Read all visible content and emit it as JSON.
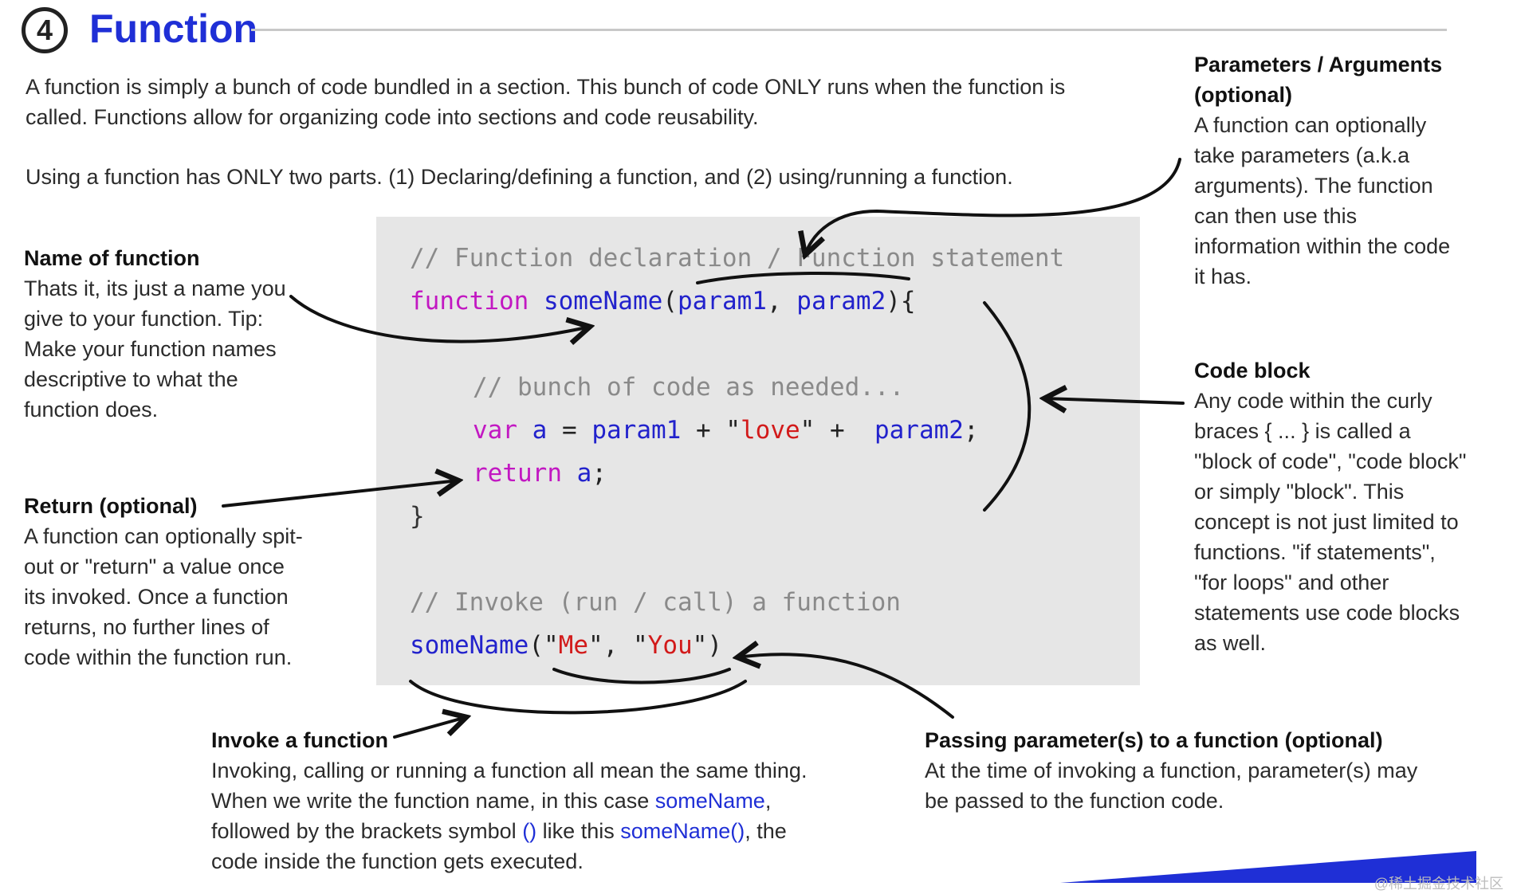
{
  "header": {
    "number": "4",
    "title": "Function"
  },
  "intro": {
    "paragraph1": "A function is simply a bunch of code bundled in a section. This bunch of code ONLY runs when the function is called. Functions allow for organizing code into sections and code reusability.",
    "paragraph2": "Using a function has ONLY two parts. (1) Declaring/defining a function, and (2) using/running a function."
  },
  "code": {
    "comment1": "// Function declaration / Function statement",
    "line_decl": {
      "kw": "function",
      "name": "someName",
      "open": "(",
      "p1": "param1",
      "comma": ", ",
      "p2": "param2",
      "close": "){"
    },
    "comment2": "// bunch of code as needed...",
    "line_var": {
      "kw": "var",
      "a": "a",
      "eq": " = ",
      "p1": "param1",
      "plus1": " + ",
      "q1": "\"",
      "str": "love",
      "q2": "\"",
      "plus2": " +  ",
      "p2": "param2",
      "semi": ";"
    },
    "line_return": {
      "kw": "return",
      "a": "a",
      "semi": ";"
    },
    "closing_brace": "}",
    "comment3": "// Invoke (run / call) a function",
    "line_invoke": {
      "name": "someName",
      "open": "(",
      "s1q1": "\"",
      "s1": "Me",
      "s1q2": "\"",
      "comma": ", ",
      "s2q1": "\"",
      "s2": "You",
      "s2q2": "\"",
      "close": ")"
    }
  },
  "annotations": {
    "name_of_function": {
      "title": "Name of function",
      "body": "Thats it, its just a name you give to your function. Tip: Make your function names descriptive to what the function does."
    },
    "return": {
      "title": "Return (optional)",
      "body": "A function can optionally spit-out or \"return\" a value once its invoked. Once a function returns, no further lines of code within the function run."
    },
    "parameters": {
      "title": "Parameters / Arguments (optional)",
      "body": "A function can optionally take parameters (a.k.a arguments). The function can then use this information within the code it has."
    },
    "code_block": {
      "title": "Code block",
      "body": "Any code within the curly braces { ... } is called a \"block of code\", \"code block\" or simply \"block\". This concept is not just limited to functions. \"if statements\", \"for loops\" and other statements use code blocks as well."
    },
    "invoke": {
      "title": "Invoke a function",
      "body_start": "Invoking, calling or running a function all mean the same thing. When we write the function name, in this case ",
      "name1": "someName",
      "body_mid": ", followed by the brackets symbol ",
      "brackets": "()",
      "body_mid2": " like this ",
      "name2": "someName()",
      "body_end": ", the code inside the function gets executed."
    },
    "passing": {
      "title": "Passing parameter(s) to a function (optional)",
      "body": "At the time of invoking a function, parameter(s) may be passed to the function code."
    }
  },
  "watermark": "@稀土掘金技术社区",
  "colors": {
    "title": "#1f2fd6",
    "keyword": "#c218c2",
    "identifier": "#2222cc",
    "string": "#d21a1a",
    "comment": "#8a8a8a",
    "panel": "#e6e6e6"
  }
}
